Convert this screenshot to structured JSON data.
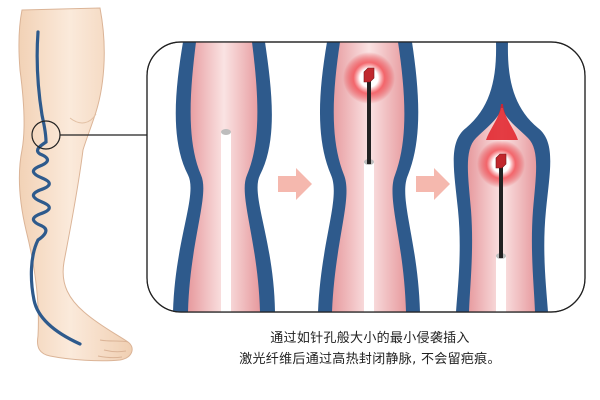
{
  "caption": {
    "line1": "通过如针孔般大小的最小侵袭插入",
    "line2": "激光纤维后通过高热封闭静脉, 不会留疤痕。"
  },
  "colors": {
    "skin": "#f7e1cc",
    "skin_outline": "#d9b294",
    "vein_wall": "#2e5a8c",
    "vein_wall_dark": "#244a75",
    "vein_lumen": "#f3c2c2",
    "vein_lumen_center": "#f8dede",
    "catheter": "#ffffff",
    "laser_fiber": "#222222",
    "laser_tip": "#c1272d",
    "heat_glow": "#e01e27",
    "arrow": "#f5b8ae",
    "frame": "#222222"
  },
  "panels": [
    {
      "step": "before"
    },
    {
      "step": "laser-inserted"
    },
    {
      "step": "vein-sealed"
    }
  ],
  "icons": [
    "right-arrow-icon",
    "right-arrow-icon",
    "magnifier-circle-icon"
  ]
}
